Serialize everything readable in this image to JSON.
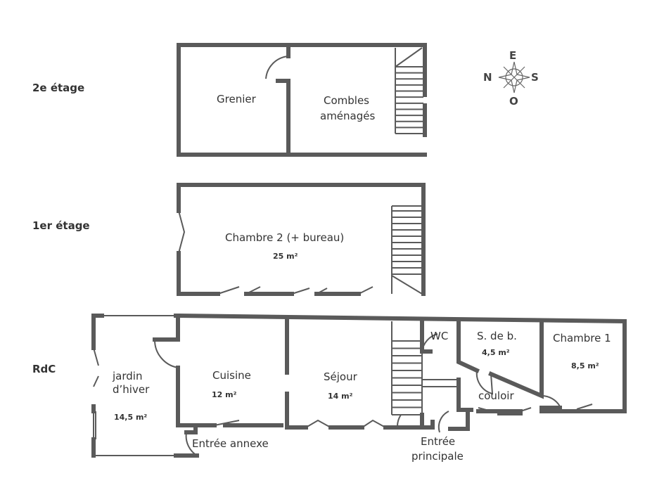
{
  "floors": {
    "second": "2e étage",
    "first": "1er étage",
    "ground": "RdC"
  },
  "rooms": {
    "grenier": "Grenier",
    "combles_1": "Combles",
    "combles_2": "aménagés",
    "chambre2": "Chambre 2 (+ bureau)",
    "chambre2_area": "25 m²",
    "jardin_1": "jardin",
    "jardin_2": "d’hiver",
    "jardin_area": "14,5 m²",
    "cuisine": "Cuisine",
    "cuisine_area": "12 m²",
    "sejour": "Séjour",
    "sejour_area": "14 m²",
    "wc": "WC",
    "sdb": "S. de b.",
    "sdb_area": "4,5 m²",
    "chambre1": "Chambre 1",
    "chambre1_area": "8,5 m²",
    "couloir": "couloir",
    "entree_annexe": "Entrée annexe",
    "entree_principale_1": "Entrée",
    "entree_principale_2": "principale"
  },
  "compass": {
    "north": "N",
    "east": "E",
    "south": "S",
    "west": "O"
  }
}
